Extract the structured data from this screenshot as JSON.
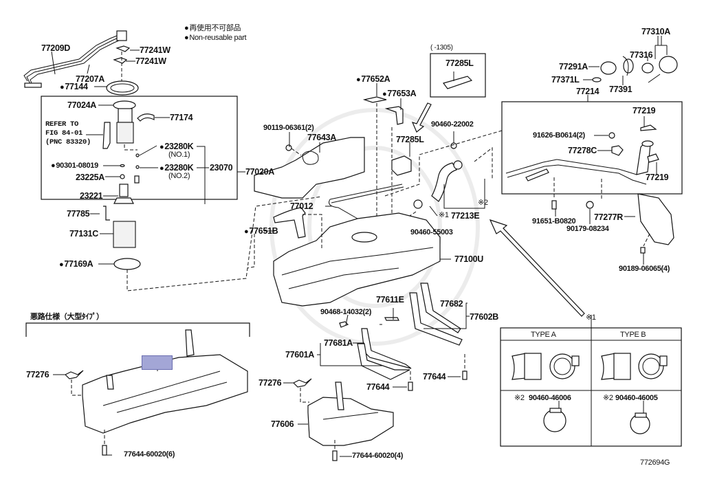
{
  "legend": {
    "jp": "再使用不可部品",
    "en": "Non-reusable part"
  },
  "figure_id": "772694G",
  "groups": {
    "pump_assembly_note": [
      "REFER TO",
      "FIG 84-01",
      "(PNC 83320)"
    ],
    "date_range": "(      -1305)",
    "rough_road": "悪路仕様（大型ﾀｲﾌﾟ）",
    "type_table": {
      "headers": [
        "TYPE  A",
        "TYPE  B"
      ],
      "clamps": [
        {
          "mark": "※2",
          "part": "90460-46006"
        },
        {
          "mark": "※2",
          "part": "90460-46005"
        }
      ]
    }
  },
  "labels": {
    "p77209D": "77209D",
    "p77241W_1": "77241W",
    "p77241W_2": "77241W",
    "p77207A": "77207A",
    "p77144": "77144",
    "p77024A": "77024A",
    "p77174": "77174",
    "p23280K_1": "23280K",
    "no1": "(NO.1)",
    "p23280K_2": "23280K",
    "no2": "(NO.2)",
    "p23070": "23070",
    "p90301": "90301-08019",
    "p23225A": "23225A",
    "p23221": "23221",
    "p77785": "77785",
    "p77131C": "77131C",
    "p77169A": "77169A",
    "p77020A": "77020A",
    "p90119": "90119-06361(2)",
    "p77643A": "77643A",
    "p77652A": "77652A",
    "p77653A": "77653A",
    "p77285L_box": "77285L",
    "p77285L": "77285L",
    "p90460_22002": "90460-22002",
    "p77012": "77012",
    "p77651B": "77651B",
    "p77213E": "77213E",
    "mark1a": "※1",
    "mark2a": "※2",
    "p90460_55003": "90460-55003",
    "p77100U": "77100U",
    "p77310A": "77310A",
    "p77316": "77316",
    "p77291A": "77291A",
    "p77371L": "77371L",
    "p77391": "77391",
    "p77214": "77214",
    "p77219_1": "77219",
    "p91626": "91626-B0614(2)",
    "p77278C": "77278C",
    "p77219_2": "77219",
    "p91651": "91651-B0820",
    "p90179": "90179-08234",
    "p77277R": "77277R",
    "p90189": "90189-06065(4)",
    "mark1b": "※1",
    "p90468": "90468-14032(2)",
    "p77611E": "77611E",
    "p77682": "77682",
    "p77602B": "77602B",
    "p77681A": "77681A",
    "p77601A": "77601A",
    "p77644_1": "77644",
    "p77644_2": "77644",
    "p77276_1": "77276",
    "p77644_60020_6": "77644-60020(6)",
    "p77276_2": "77276",
    "p77606": "77606",
    "p77644_60020_4": "77644-60020(4)"
  }
}
